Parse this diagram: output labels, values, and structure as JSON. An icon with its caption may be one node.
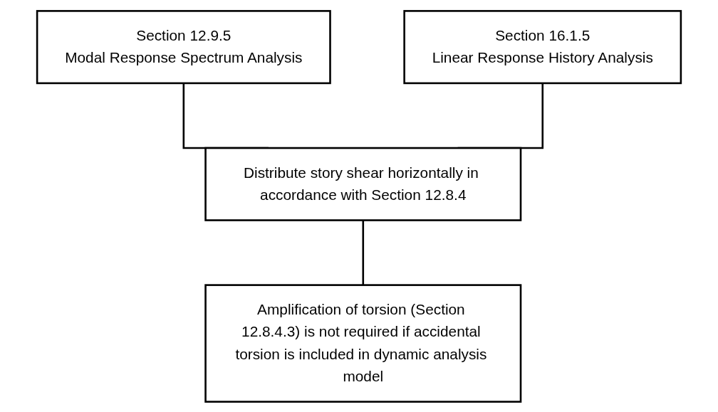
{
  "diagram": {
    "nodes": [
      {
        "text": [
          "Section 12.9.5",
          "Modal Response Spectrum Analysis"
        ]
      },
      {
        "text": [
          "Section 16.1.5",
          "Linear Response History Analysis"
        ]
      },
      {
        "text": [
          "Distribute story shear horizontally in accordance with Section 12.8.4"
        ]
      },
      {
        "text": [
          "Amplification of torsion (Section 12.8.4.3) is not required if accidental torsion is included in dynamic analysis model"
        ]
      }
    ],
    "edges": [
      {
        "from": 0,
        "to": 2,
        "arrow": "none"
      },
      {
        "from": 1,
        "to": 2,
        "arrow": "none"
      },
      {
        "from": 2,
        "to": 3,
        "arrow": "none"
      }
    ]
  }
}
